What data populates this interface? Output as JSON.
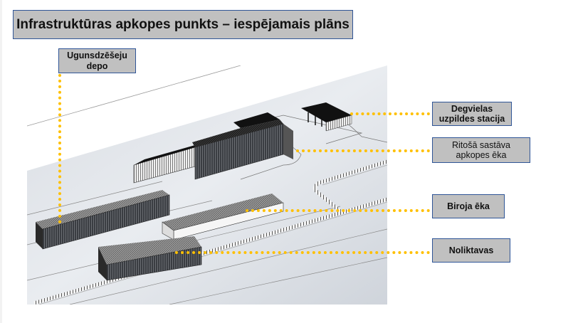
{
  "title": "Infrastruktūras apkopes punkts – iespējamais plāns",
  "labels": {
    "fire_depot": "Ugunsdzēšeju depo",
    "fire_depot_line1": "Ugunsdzēšeju",
    "fire_depot_line2": "depo",
    "fuel_station_line1": "Degvielas",
    "fuel_station_line2": "uzpildes stacija",
    "rolling_stock_line1": "Ritošā sastāva",
    "rolling_stock_line2": "apkopes ēka",
    "office": "Biroja ēka",
    "warehouses": "Noliktavas"
  },
  "colors": {
    "label_fill": "#c0c0c0",
    "label_border": "#2f5597",
    "leader_line": "#ffc000"
  }
}
